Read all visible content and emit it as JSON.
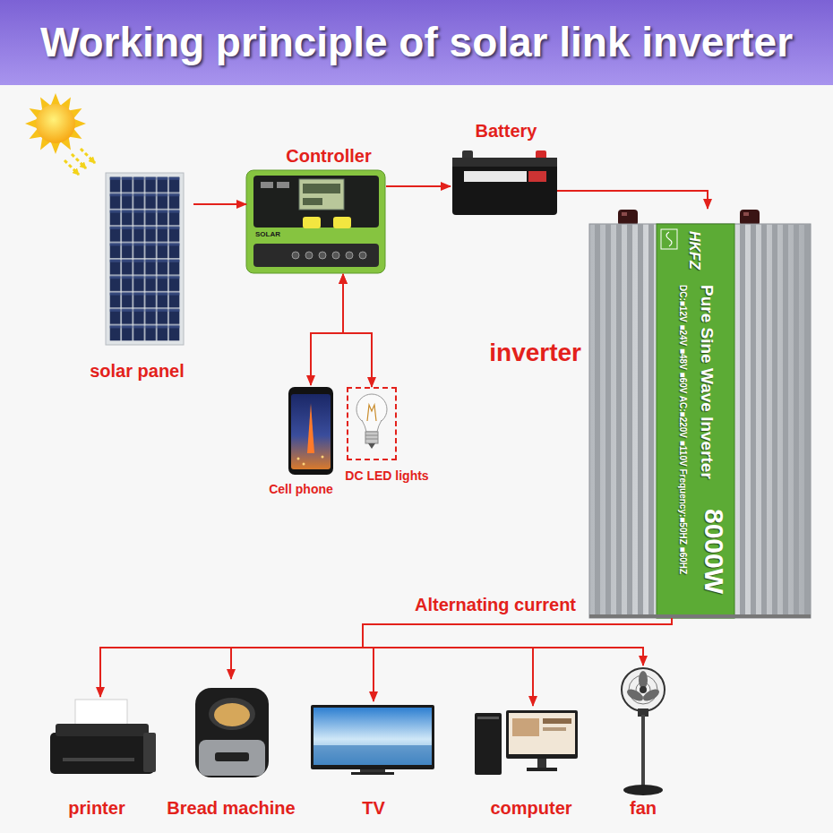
{
  "diagram": {
    "title": "Working principle of solar link inverter",
    "nodes": [
      {
        "text": [
          "solar panel"
        ]
      },
      {
        "text": [
          "Controller"
        ]
      },
      {
        "text": [
          "Battery"
        ]
      },
      {
        "text": [
          "inverter",
          "HKFZ",
          "Pure Sine Wave Inverter",
          "DC:■12V ■24V ■48V ■60V AC:■220V ■110V Frequency:■50HZ ■60HZ",
          "8000W"
        ]
      },
      {
        "text": [
          "Cell phone"
        ]
      },
      {
        "text": [
          "DC LED lights"
        ]
      },
      {
        "text": [
          "printer"
        ]
      },
      {
        "text": [
          "Bread machine"
        ]
      },
      {
        "text": [
          "TV"
        ]
      },
      {
        "text": [
          "computer"
        ]
      },
      {
        "text": [
          "fan"
        ]
      }
    ],
    "edges": [
      {
        "from": 0,
        "to": 1,
        "arrow": "to"
      },
      {
        "from": 1,
        "to": 2,
        "arrow": "to"
      },
      {
        "from": 2,
        "to": 3,
        "arrow": "to"
      },
      {
        "from": 1,
        "to": 4,
        "arrow": "both"
      },
      {
        "from": 1,
        "to": 5,
        "arrow": "both"
      },
      {
        "from": 3,
        "to": 6,
        "label": "Alternating current",
        "arrow": "to"
      },
      {
        "from": 3,
        "to": 7,
        "arrow": "to"
      },
      {
        "from": 3,
        "to": 8,
        "arrow": "to"
      },
      {
        "from": 3,
        "to": 9,
        "arrow": "to"
      },
      {
        "from": 3,
        "to": 10,
        "arrow": "to"
      }
    ],
    "labels": [
      "SOLAR"
    ]
  }
}
